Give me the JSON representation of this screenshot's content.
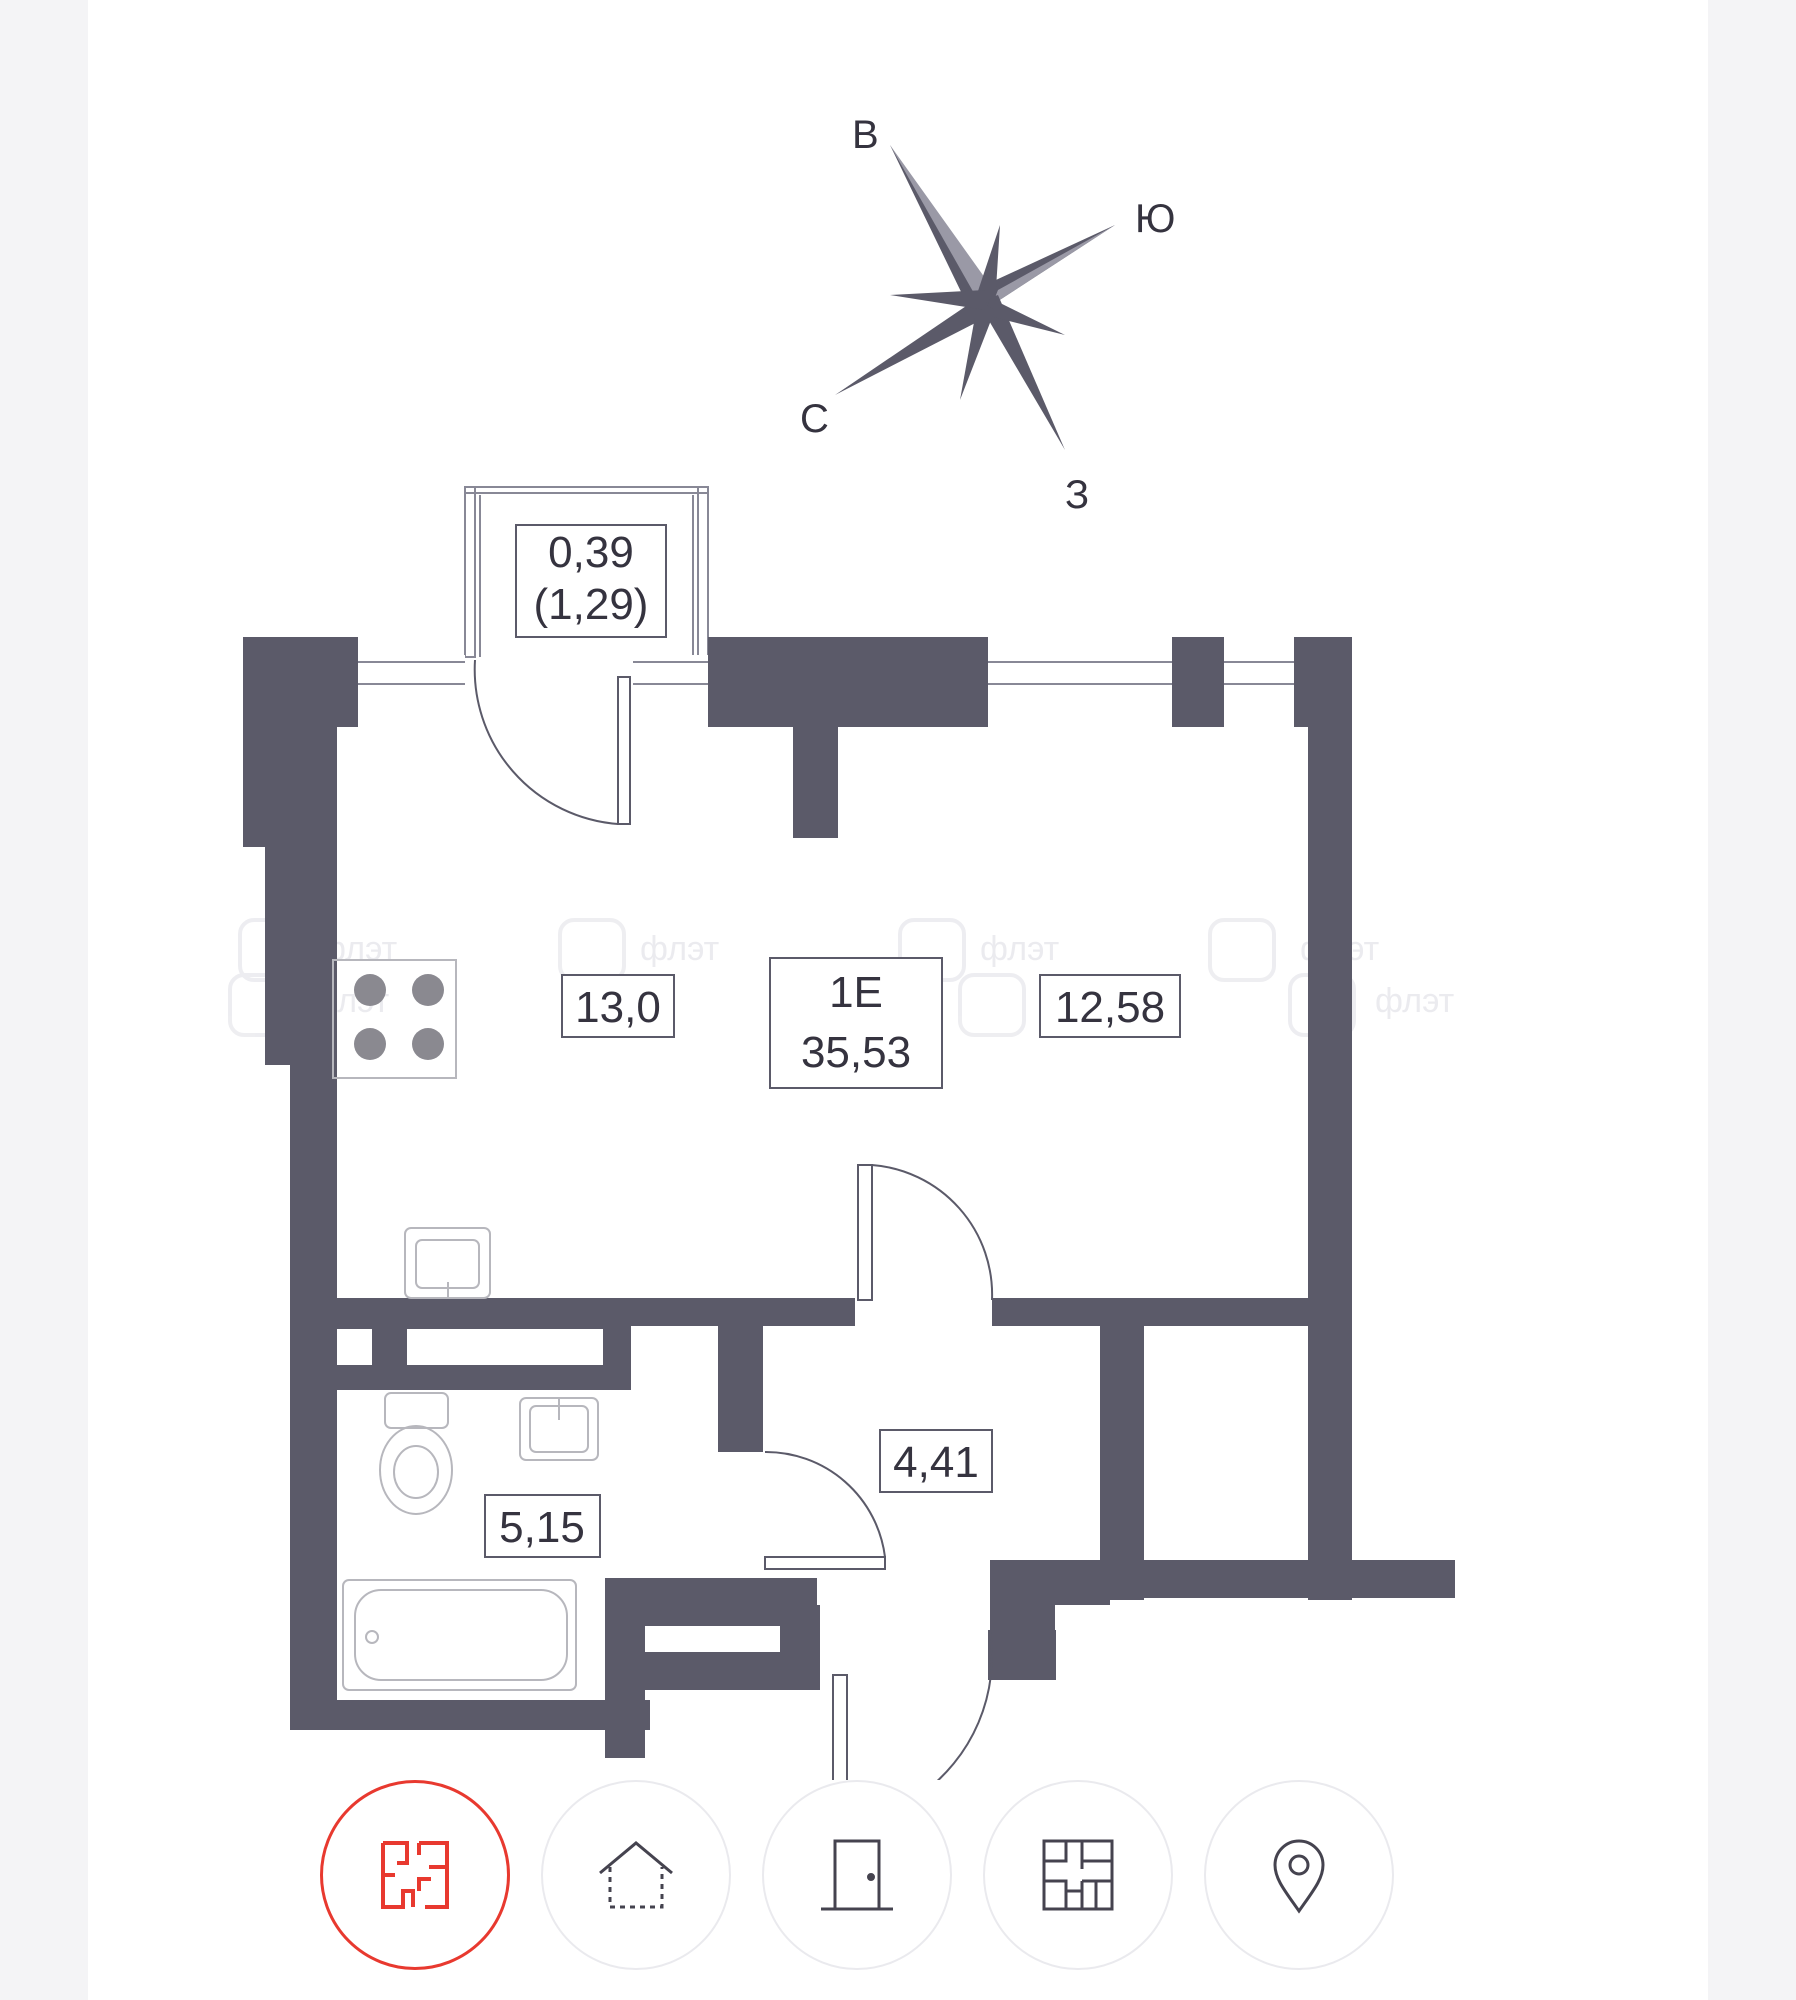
{
  "compass": {
    "north_label": "С",
    "east_label": "В",
    "south_label": "Ю",
    "west_label": "З"
  },
  "apartment": {
    "type_label": "1Е",
    "total_area": "35,53"
  },
  "rooms": {
    "balcony_area": "0,39",
    "balcony_area_full": "(1,29)",
    "kitchen_area": "13,0",
    "living_area": "12,58",
    "hall_area": "4,41",
    "bathroom_area": "5,15"
  },
  "watermark": {
    "text": "флэт"
  },
  "toolbar": {
    "active_tab": "floor-plan",
    "buttons": [
      {
        "icon": "floor-plan-icon",
        "active": true
      },
      {
        "icon": "house-icon",
        "active": false
      },
      {
        "icon": "door-icon",
        "active": false
      },
      {
        "icon": "building-floor-icon",
        "active": false
      },
      {
        "icon": "location-pin-icon",
        "active": false
      }
    ]
  },
  "colors": {
    "wall": "#5b5a69",
    "accent": "#e8392f",
    "icon": "#45434f",
    "fixture": "#b7b7bd"
  }
}
